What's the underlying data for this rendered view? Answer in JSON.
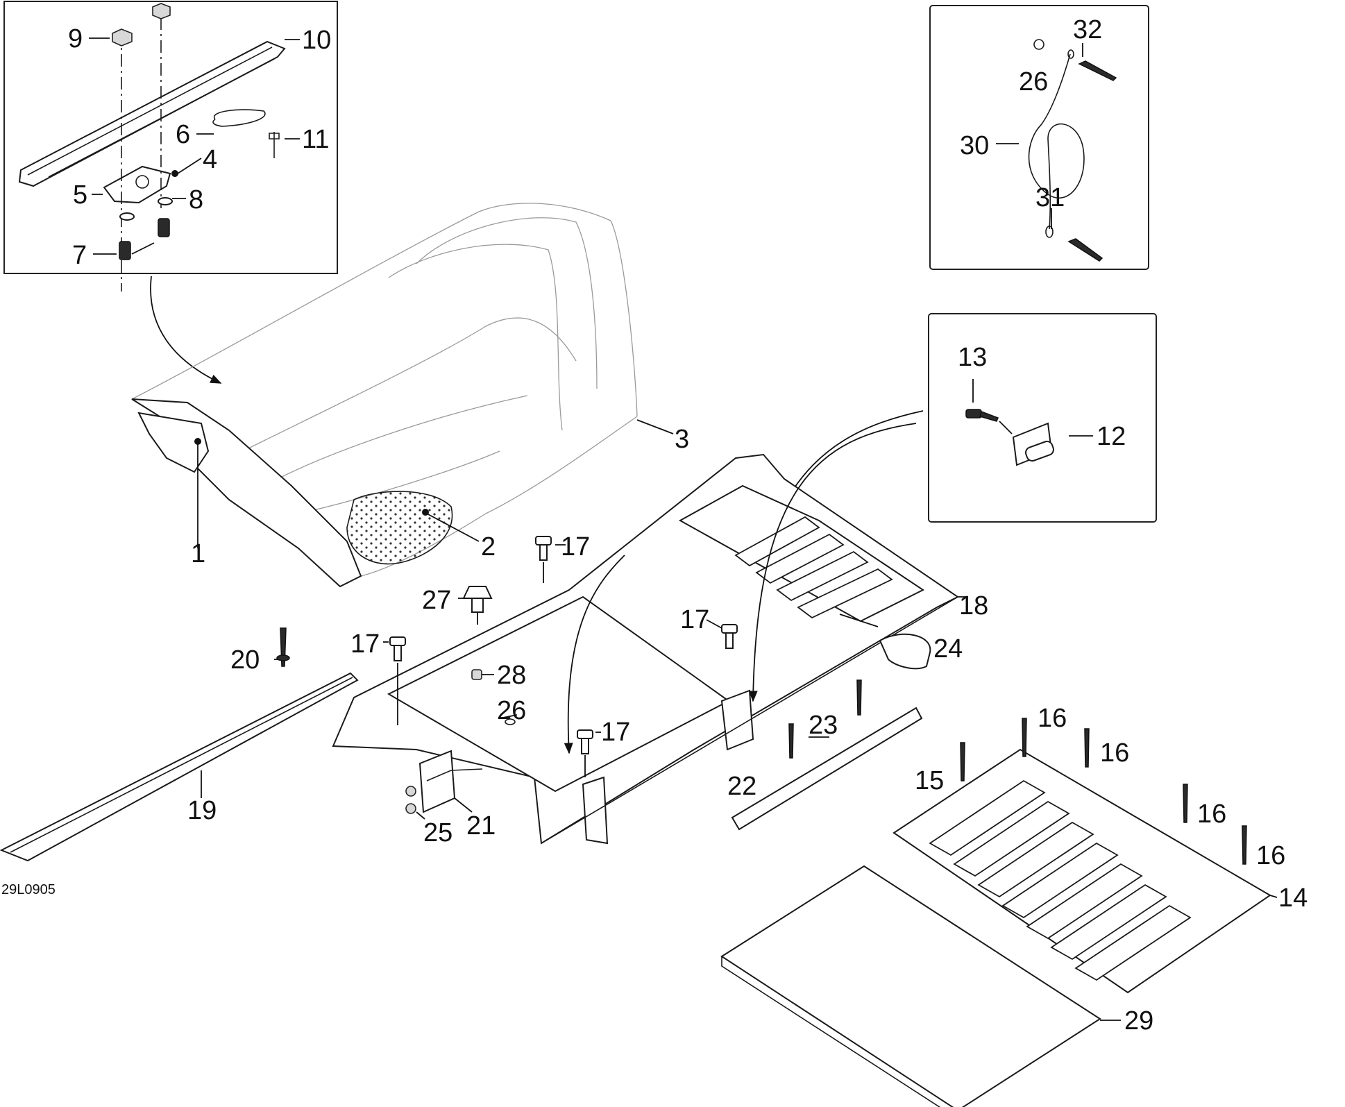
{
  "drawing_code": "29L0905",
  "callouts": {
    "c1": "1",
    "c2": "2",
    "c3": "3",
    "c4": "4",
    "c5": "5",
    "c6": "6",
    "c7": "7",
    "c8": "8",
    "c9": "9",
    "c10": "10",
    "c11": "11",
    "c12": "12",
    "c13": "13",
    "c14": "14",
    "c15": "15",
    "c16a": "16",
    "c16b": "16",
    "c16c": "16",
    "c16d": "16",
    "c17a": "17",
    "c17b": "17",
    "c17c": "17",
    "c17d": "17",
    "c18": "18",
    "c19": "19",
    "c20": "20",
    "c21": "21",
    "c22": "22",
    "c23": "23",
    "c24": "24",
    "c25": "25",
    "c26a": "26",
    "c26b": "26",
    "c27": "27",
    "c28": "28",
    "c29": "29",
    "c30": "30",
    "c31": "31",
    "c32": "32"
  }
}
